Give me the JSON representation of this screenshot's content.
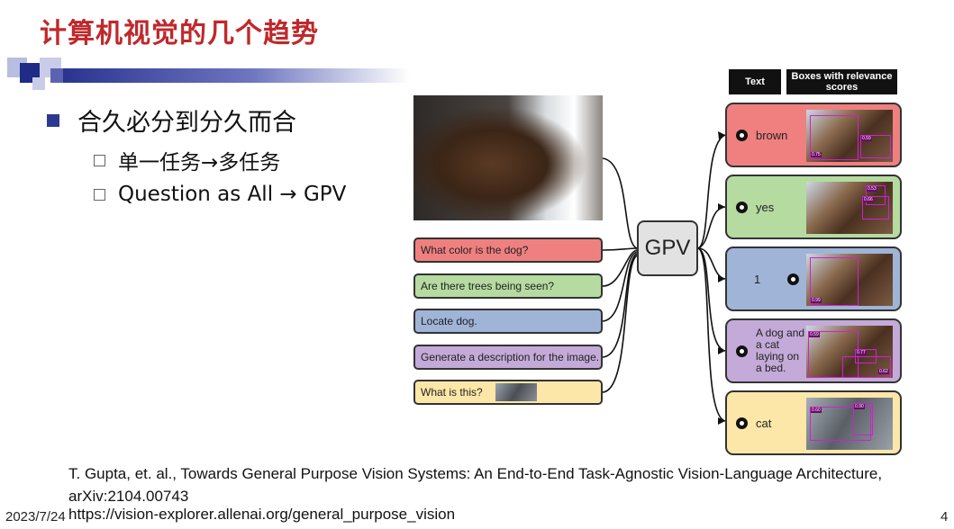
{
  "slide": {
    "title": "计算机视觉的几个趋势",
    "bullet_main": "合久必分到分久而合",
    "sub_bullets": [
      "单一任务→多任务",
      "Question as All → GPV"
    ]
  },
  "figure": {
    "headers": {
      "text": "Text",
      "boxes": "Boxes with relevance scores"
    },
    "model_label": "GPV",
    "questions": [
      {
        "text": "What color is the dog?",
        "color": "#f08080"
      },
      {
        "text": "Are there trees being seen?",
        "color": "#b5dba0"
      },
      {
        "text": "Locate dog.",
        "color": "#9fb4d6"
      },
      {
        "text": "Generate a description for the image.",
        "color": "#c3aad8"
      },
      {
        "text": "What is this?",
        "color": "#fde7a8"
      }
    ],
    "outputs": [
      {
        "text": "brown",
        "color": "#f08080",
        "scores": [
          "0.75",
          "0.59"
        ]
      },
      {
        "text": "yes",
        "color": "#b5dba0",
        "scores": [
          "0.53",
          "0.66"
        ]
      },
      {
        "text": "1",
        "color": "#9fb4d6",
        "scores": [
          "0.99"
        ]
      },
      {
        "text": "A dog and a cat laying on a bed.",
        "color": "#c3aad8",
        "scores": [
          "0.59",
          "0.77",
          "0.62"
        ]
      },
      {
        "text": "cat",
        "color": "#fde7a8",
        "scores": [
          "0.60",
          "0.90"
        ]
      }
    ]
  },
  "reference": {
    "citation": "T. Gupta, et. al., Towards General Purpose Vision Systems: An End-to-End Task-Agnostic Vision-Language Architecture, arXiv:2104.00743",
    "url": "https://vision-explorer.allenai.org/general_purpose_vision"
  },
  "footer": {
    "date": "2023/7/24",
    "page": "4"
  }
}
